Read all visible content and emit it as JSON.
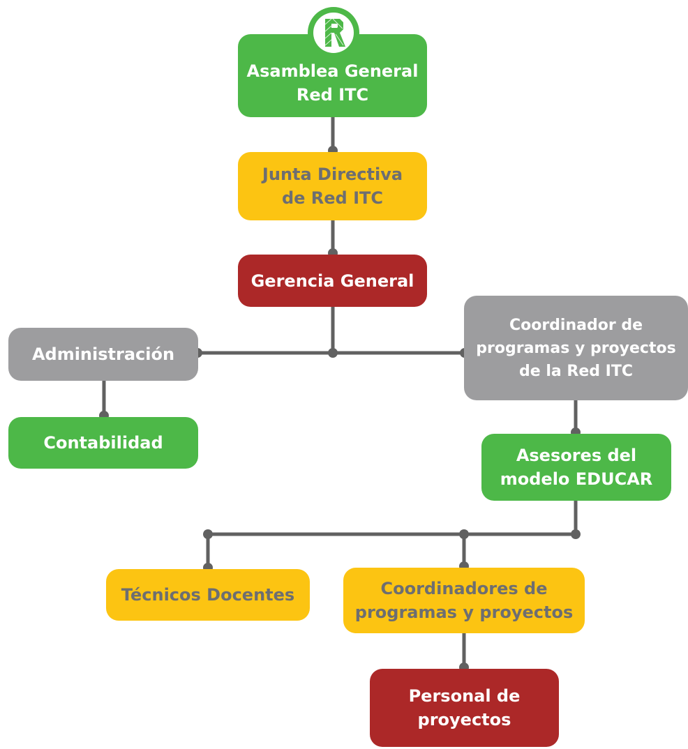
{
  "org_chart": {
    "nodes": {
      "asamblea": "Asamblea General\nRed ITC",
      "junta": "Junta Directiva\nde Red ITC",
      "gerencia": "Gerencia General",
      "administracion": "Administración",
      "contabilidad": "Contabilidad",
      "coordinador": "Coordinador de\nprogramas y proyectos\nde la Red ITC",
      "asesores": "Asesores del\nmodelo EDUCAR",
      "tecnicos": "Técnicos Docentes",
      "coordinadores": "Coordinadores de\nprogramas y proyectos",
      "personal": "Personal de\nproyectos"
    },
    "edges": [
      [
        "asamblea",
        "junta"
      ],
      [
        "junta",
        "gerencia"
      ],
      [
        "gerencia",
        "administracion"
      ],
      [
        "gerencia",
        "coordinador"
      ],
      [
        "administracion",
        "contabilidad"
      ],
      [
        "coordinador",
        "asesores"
      ],
      [
        "asesores",
        "tecnicos"
      ],
      [
        "asesores",
        "coordinadores"
      ],
      [
        "coordinadores",
        "personal"
      ]
    ],
    "logo": {
      "icon": "letter-r-logo-icon",
      "letter": "R"
    }
  },
  "colors": {
    "green": "#4db848",
    "yellow": "#fcc412",
    "red": "#ac2828",
    "gray": "#9d9d9f",
    "connector": "#616161",
    "yellow_text": "#6d6e71"
  }
}
